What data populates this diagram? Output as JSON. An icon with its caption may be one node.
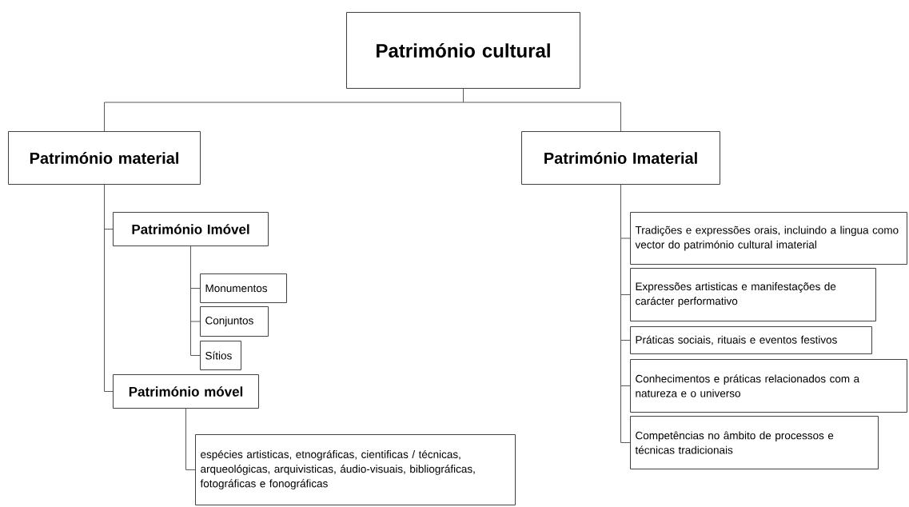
{
  "diagram": {
    "nodes": [
      {
        "text": [
          "Património cultural"
        ]
      },
      {
        "text": [
          "Património material"
        ]
      },
      {
        "text": [
          "Património Imaterial"
        ]
      },
      {
        "text": [
          "Património Imóvel"
        ]
      },
      {
        "text": [
          "Monumentos"
        ]
      },
      {
        "text": [
          "Conjuntos"
        ]
      },
      {
        "text": [
          "Sítios"
        ]
      },
      {
        "text": [
          "Património móvel"
        ]
      },
      {
        "text": [
          "espécies artisticas, etnográficas, cientificas / técnicas, arqueológicas, arquivisticas, áudio-visuais, bibliográficas, fotográficas e fonográficas"
        ]
      },
      {
        "text": [
          "Tradições e expressões orais, incluindo a lingua como vector do património cultural imaterial"
        ]
      },
      {
        "text": [
          "Expressões artisticas e manifestações de carácter performativo"
        ]
      },
      {
        "text": [
          "Práticas sociais, rituais e eventos festivos"
        ]
      },
      {
        "text": [
          "Conhecimentos e práticas relacionados com a natureza e o universo"
        ]
      },
      {
        "text": [
          "Competências no âmbito de processos e técnicas tradicionais"
        ]
      }
    ],
    "edges": [
      {
        "from": 0,
        "to": 1,
        "arrow": "none"
      },
      {
        "from": 0,
        "to": 2,
        "arrow": "none"
      },
      {
        "from": 1,
        "to": 3,
        "arrow": "none"
      },
      {
        "from": 1,
        "to": 7,
        "arrow": "none"
      },
      {
        "from": 3,
        "to": 4,
        "arrow": "none"
      },
      {
        "from": 3,
        "to": 5,
        "arrow": "none"
      },
      {
        "from": 3,
        "to": 6,
        "arrow": "none"
      },
      {
        "from": 7,
        "to": 8,
        "arrow": "none"
      },
      {
        "from": 2,
        "to": 9,
        "arrow": "none"
      },
      {
        "from": 2,
        "to": 10,
        "arrow": "none"
      },
      {
        "from": 2,
        "to": 11,
        "arrow": "none"
      },
      {
        "from": 2,
        "to": 12,
        "arrow": "none"
      },
      {
        "from": 2,
        "to": 13,
        "arrow": "none"
      }
    ]
  }
}
